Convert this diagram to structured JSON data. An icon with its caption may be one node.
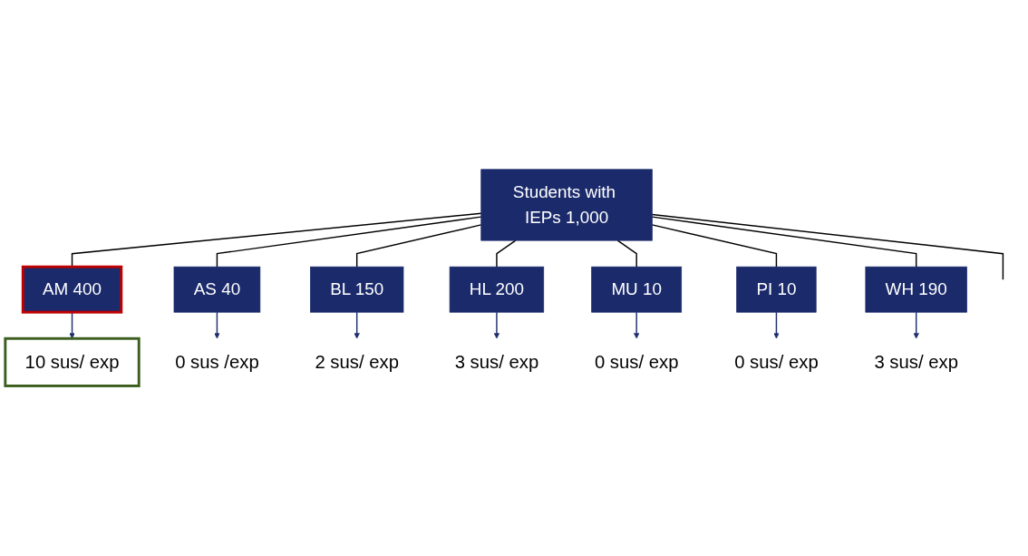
{
  "diagram": {
    "nodes": [
      {
        "text": [
          "Students with IEPs 1,000"
        ]
      },
      {
        "text": [
          "AM 400"
        ]
      },
      {
        "text": [
          "AS 40"
        ]
      },
      {
        "text": [
          "BL 150"
        ]
      },
      {
        "text": [
          "HL 200"
        ]
      },
      {
        "text": [
          "MU 10"
        ]
      },
      {
        "text": [
          "PI 10"
        ]
      },
      {
        "text": [
          "WH 190"
        ]
      },
      {
        "text": [
          "10 sus/ exp"
        ]
      },
      {
        "text": [
          "0 sus /exp"
        ]
      },
      {
        "text": [
          "2 sus/ exp"
        ]
      },
      {
        "text": [
          "3 sus/ exp"
        ]
      },
      {
        "text": [
          "0 sus/ exp"
        ]
      },
      {
        "text": [
          "0 sus/ exp"
        ]
      },
      {
        "text": [
          "3 sus/ exp"
        ]
      }
    ],
    "edges": [
      {
        "from": 0,
        "to": null,
        "arrow": "none"
      },
      {
        "from": 0,
        "to": 1,
        "arrow": "none"
      },
      {
        "from": 0,
        "to": 2,
        "arrow": "none"
      },
      {
        "from": 0,
        "to": 3,
        "arrow": "none"
      },
      {
        "from": 0,
        "to": 4,
        "arrow": "none"
      },
      {
        "from": 0,
        "to": 5,
        "arrow": "none"
      },
      {
        "from": 0,
        "to": 6,
        "arrow": "none"
      },
      {
        "from": 0,
        "to": 7,
        "arrow": "none"
      },
      {
        "from": 1,
        "to": 8,
        "arrow": "to",
        "color": "#1f2f6e"
      },
      {
        "from": 2,
        "to": 9,
        "arrow": "to",
        "color": "#1f2f6e"
      },
      {
        "from": 3,
        "to": 10,
        "arrow": "to",
        "color": "#1f2f6e"
      },
      {
        "from": 4,
        "to": 11,
        "arrow": "to",
        "color": "#1f2f6e"
      },
      {
        "from": 5,
        "to": 12,
        "arrow": "to",
        "color": "#1f2f6e"
      },
      {
        "from": 6,
        "to": 13,
        "arrow": "to",
        "color": "#1f2f6e"
      },
      {
        "from": 7,
        "to": 14,
        "arrow": "to",
        "color": "#1f2f6e"
      }
    ]
  }
}
